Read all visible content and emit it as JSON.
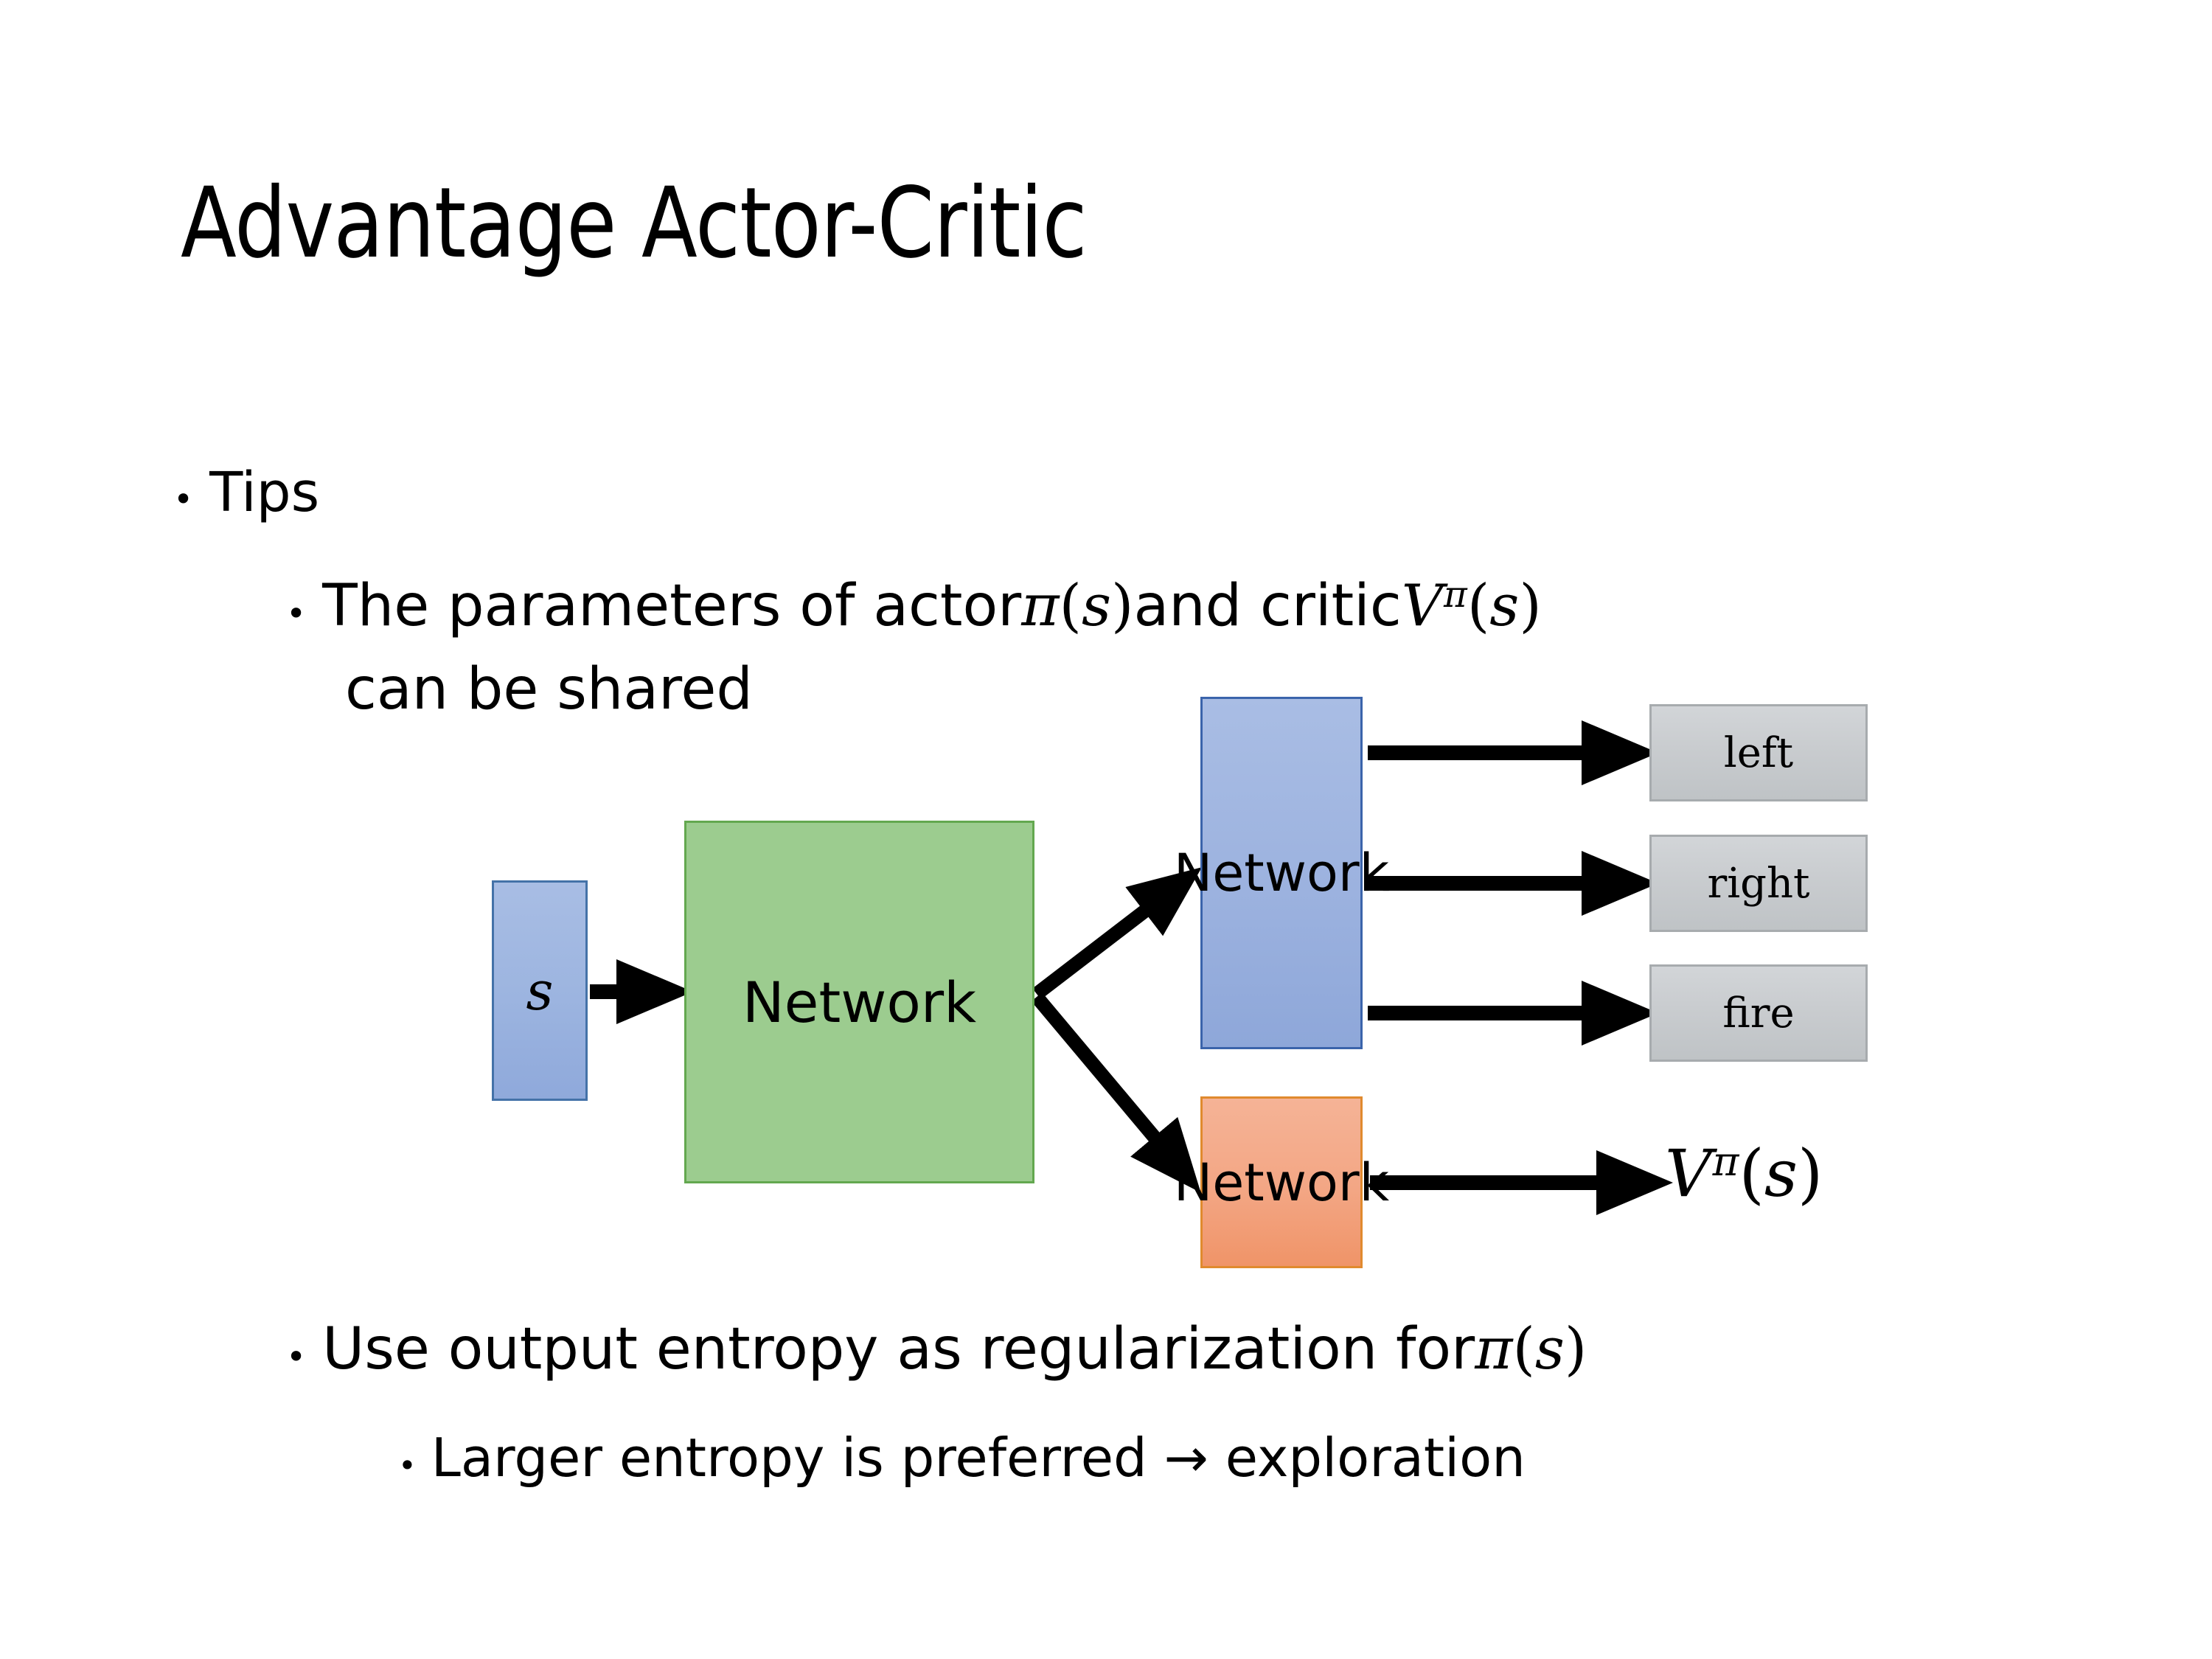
{
  "slide": {
    "title": "Advantage Actor-Critic",
    "background_color": "#ffffff"
  },
  "bullets": {
    "level1": {
      "marker": "•",
      "text": "Tips"
    },
    "level2_params": {
      "marker": "•",
      "prefix": "The parameters of actor ",
      "math_actor": {
        "symbol": "π",
        "open": "(",
        "arg": "s",
        "close": ")"
      },
      "middle": "  and critic ",
      "math_critic": {
        "symbol": "V",
        "superscript": "π",
        "open": "(",
        "arg": "s",
        "close": ")"
      },
      "line2": "can be shared"
    },
    "level2_entropy": {
      "marker": "•",
      "prefix": "Use output entropy as regularization for ",
      "math_policy": {
        "symbol": "π",
        "open": "(",
        "arg": "s",
        "close": ")"
      }
    },
    "level3_larger": {
      "marker": "•",
      "text": "Larger entropy is preferred → exploration"
    }
  },
  "diagram": {
    "input_state": {
      "label": "s",
      "fill": "#9db5e0",
      "border": "#4472a8"
    },
    "shared_network": {
      "label": "Network",
      "fill": "#9ccc8f",
      "border": "#63a84f"
    },
    "actor_network": {
      "label": "Network",
      "fill": "#9cb2df",
      "border": "#3b64ab"
    },
    "critic_network": {
      "label": "Network",
      "fill": "#f3a684",
      "border": "#e08a2e"
    },
    "actions": [
      {
        "label": "left",
        "fill": "#c9cccf",
        "border": "#a7abae"
      },
      {
        "label": "right",
        "fill": "#c9cccf",
        "border": "#a7abae"
      },
      {
        "label": "fire",
        "fill": "#c9cccf",
        "border": "#a7abae"
      }
    ],
    "value_output": {
      "symbol": "V",
      "superscript": "π",
      "open": "(",
      "arg": "s",
      "close": ")"
    },
    "arrow_color": "#000000"
  }
}
